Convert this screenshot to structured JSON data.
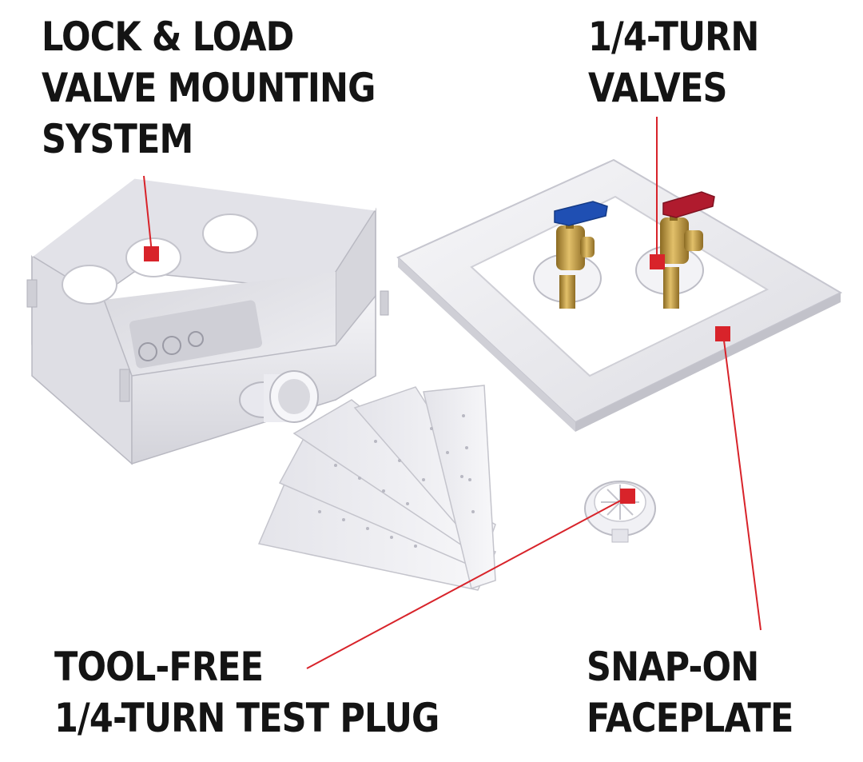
{
  "callouts": {
    "lock_load": {
      "lines": [
        "LOCK & LOAD",
        "VALVE MOUNTING",
        "SYSTEM"
      ]
    },
    "valves": {
      "lines": [
        "1/4-TURN",
        "VALVES"
      ]
    },
    "test_plug": {
      "lines": [
        "TOOL-FREE",
        "1/4-TURN TEST PLUG"
      ]
    },
    "faceplate": {
      "lines": [
        "SNAP-ON",
        "FACEPLATE"
      ]
    }
  },
  "colors": {
    "text": "#141414",
    "leader": "#d8232a",
    "background": "#ffffff",
    "plastic": "#e9e9ee",
    "plastic_shadow": "#c6c6cf",
    "brass": "#c9a04a",
    "handle_cold": "#1f4fb3",
    "handle_hot": "#b01b2e"
  },
  "objects": [
    "valve-box",
    "faceplate",
    "cold-valve",
    "hot-valve",
    "mounting-brackets",
    "test-plug"
  ]
}
